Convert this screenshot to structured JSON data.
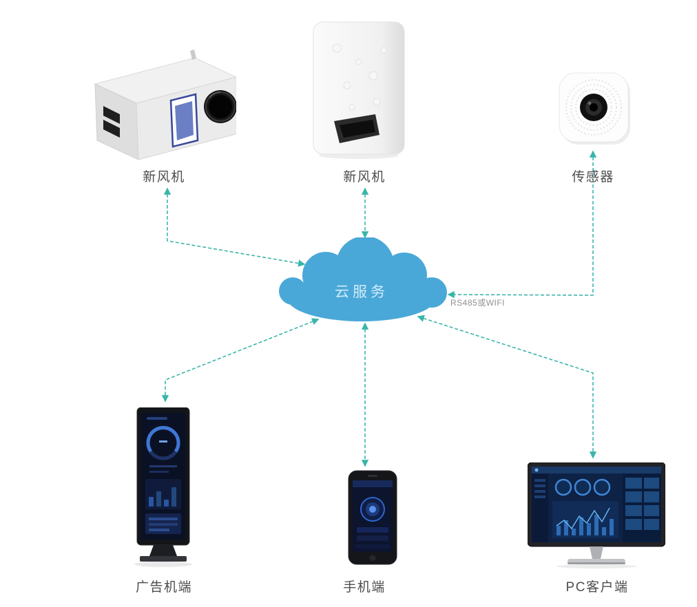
{
  "diagram": {
    "cloud": {
      "label": "云服务"
    },
    "link_label": "RS485或WIFI",
    "nodes": [
      {
        "id": "fresh-air-ceiling",
        "label": "新风机"
      },
      {
        "id": "fresh-air-wall",
        "label": "新风机"
      },
      {
        "id": "sensor",
        "label": "传感器"
      },
      {
        "id": "ad-kiosk",
        "label": "广告机端"
      },
      {
        "id": "phone",
        "label": "手机端"
      },
      {
        "id": "pc-client",
        "label": "PC客户端"
      }
    ],
    "colors": {
      "arrow": "#3ab5a9",
      "cloud": "#49a8d8",
      "cloud_text": "#d2ecf9",
      "label_text": "#4d4d4d",
      "link_text": "#909090"
    }
  }
}
